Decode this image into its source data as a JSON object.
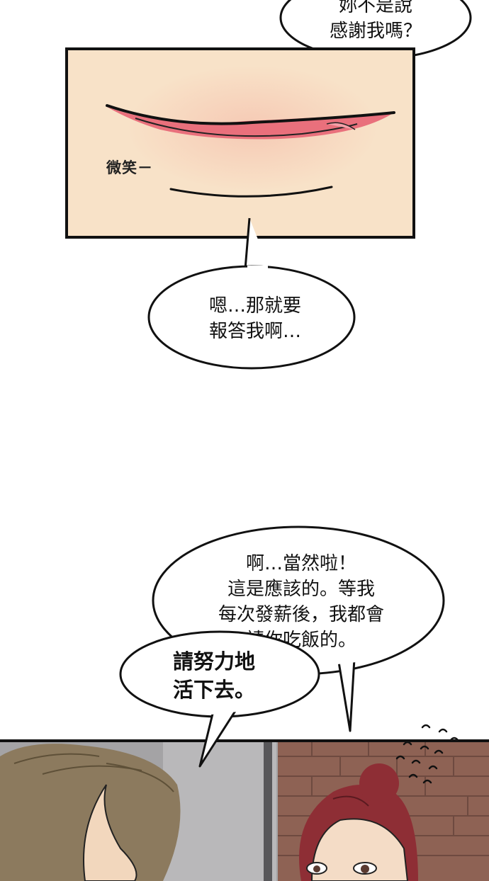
{
  "bubbles": {
    "top": {
      "line1": "妳不是說",
      "line2": "感謝我嗎？"
    },
    "middle": {
      "line1": "嗯…那就要",
      "line2": "報答我啊…"
    },
    "large": {
      "line1": "啊…當然啦！",
      "line2": "這是應該的。等我",
      "line3": "每次發薪後，我都會",
      "line4": "請你吃飯的。"
    },
    "front": {
      "line1": "請努力地",
      "line2": "活下去。"
    }
  },
  "sfx": {
    "smile": "微笑－"
  },
  "colors": {
    "skin": "#f8e2c8",
    "lips": "#e9707c",
    "hair_man": "#8c7a5e",
    "hair_woman": "#8e2e35",
    "brick": "#8e6254"
  }
}
